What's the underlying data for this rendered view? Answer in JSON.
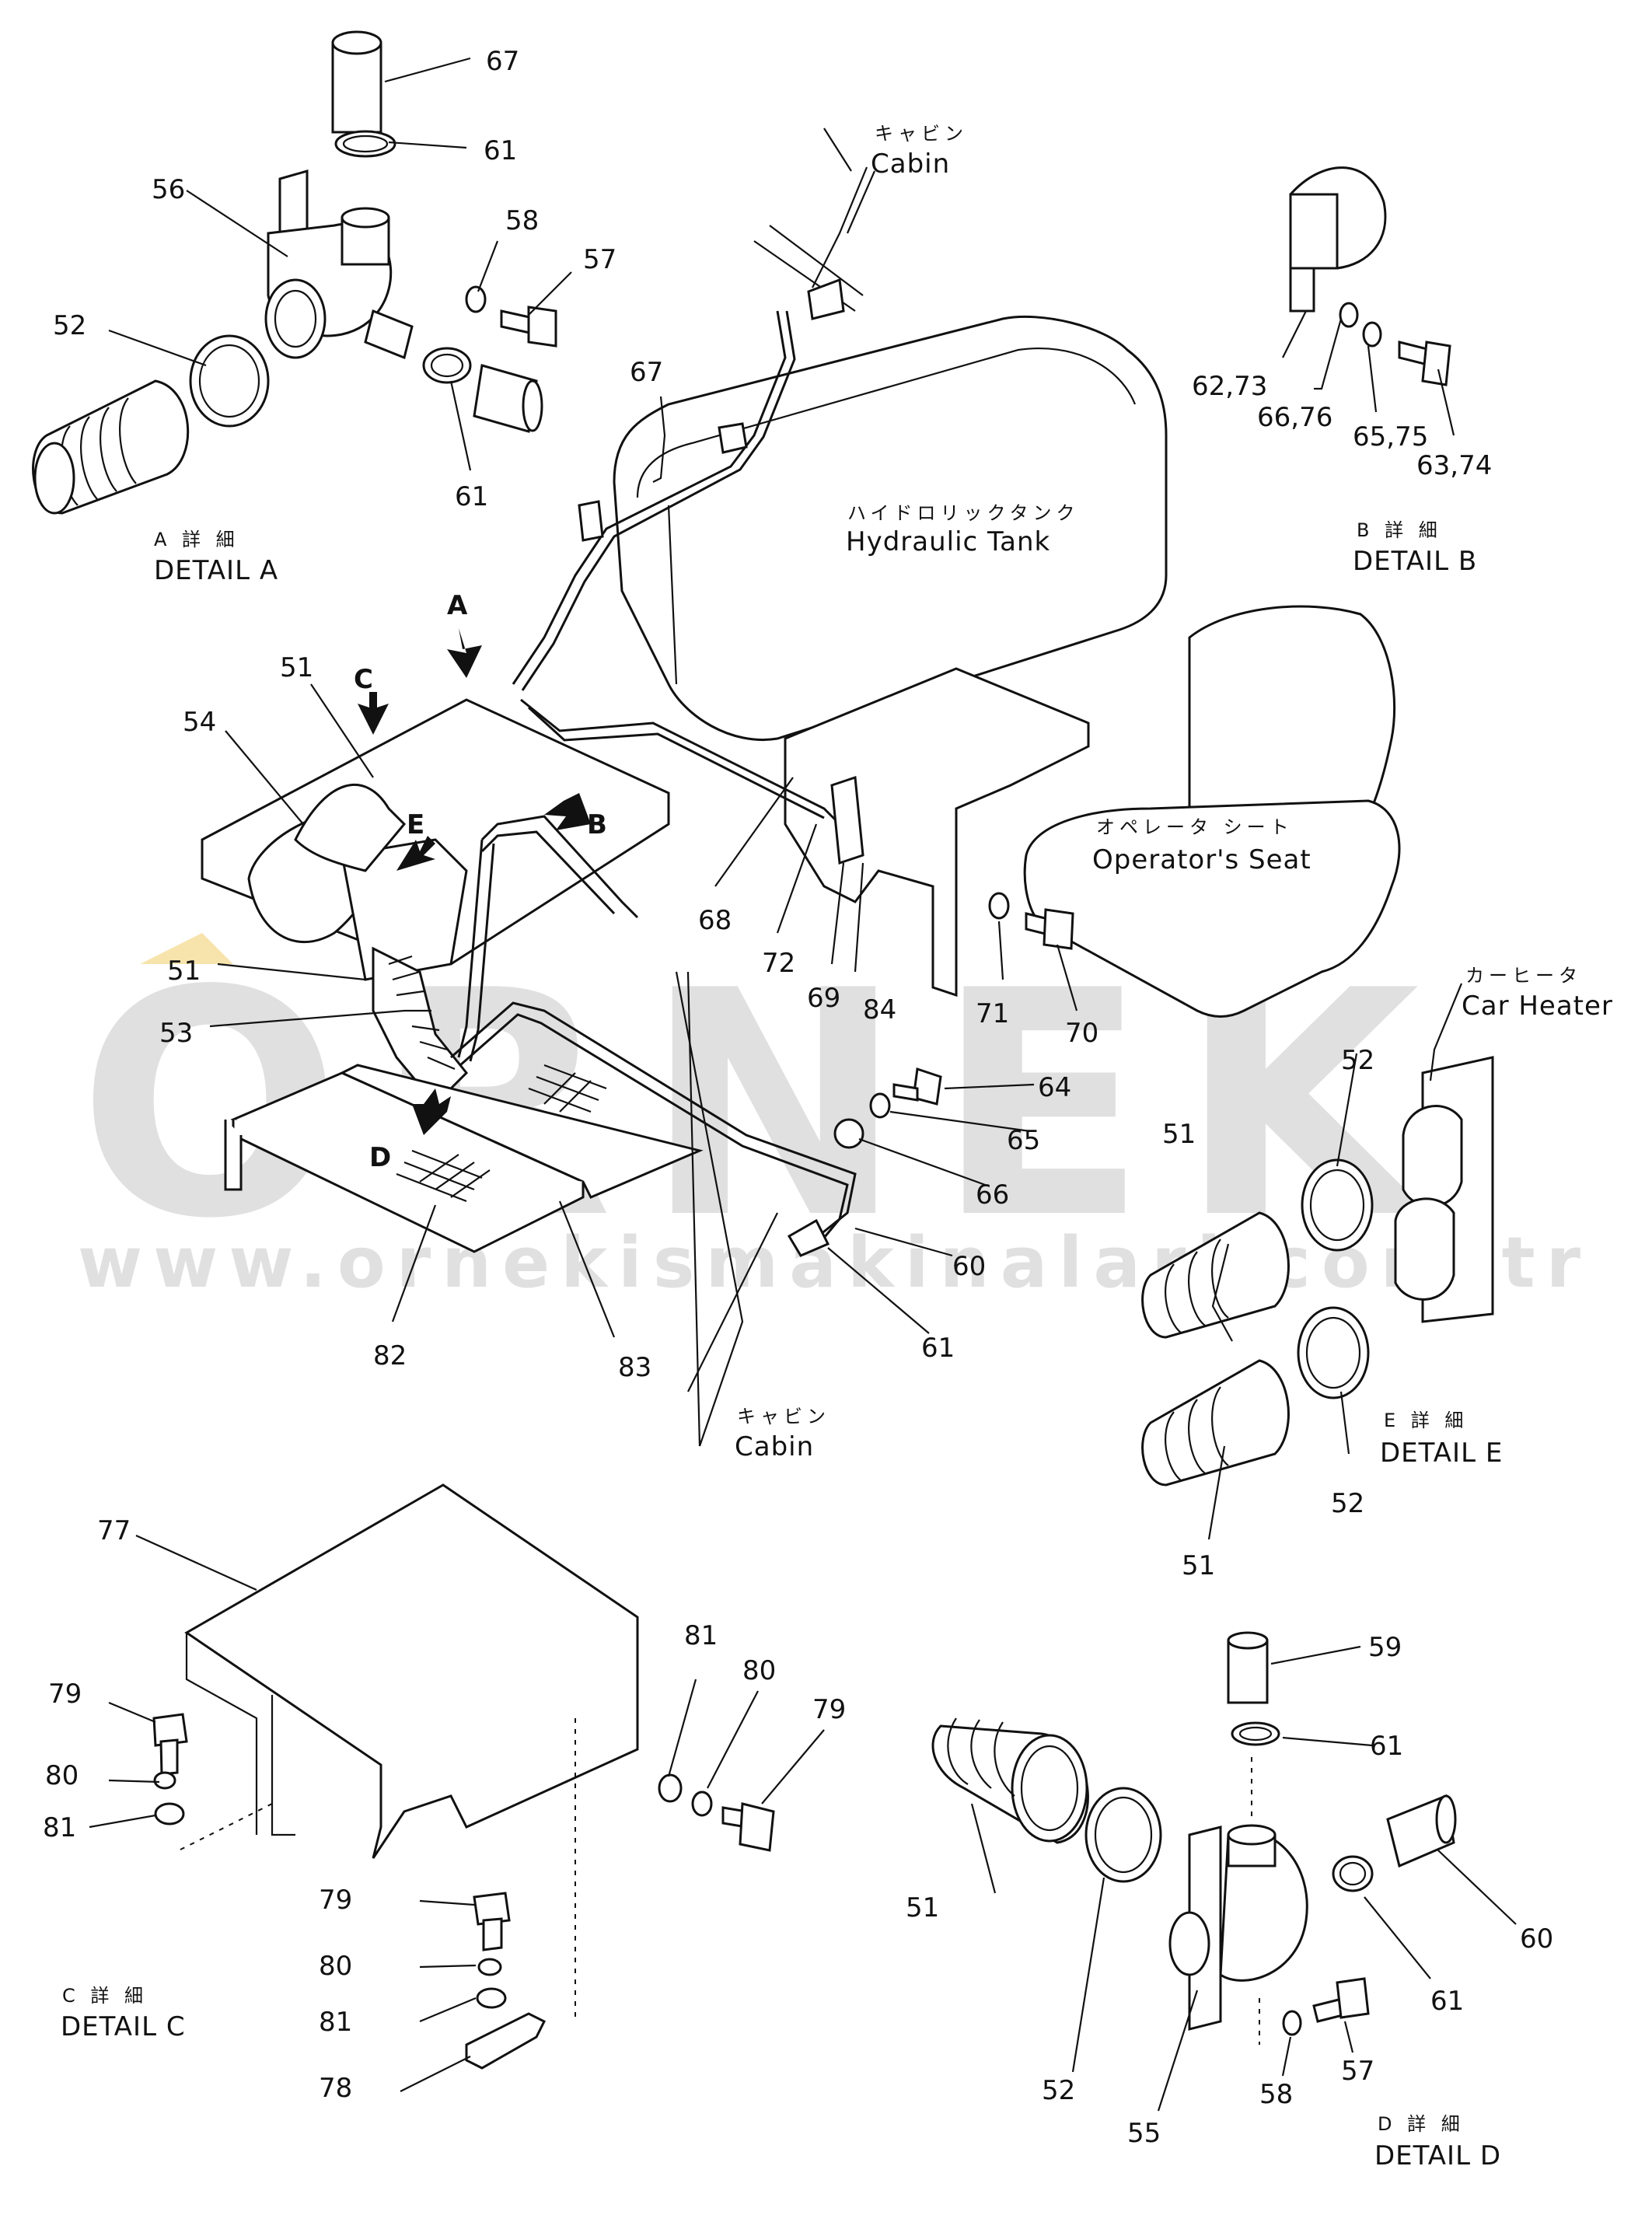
{
  "watermark": {
    "logo_text": "ORNEK",
    "url_text": "www.ornekismakinalari.com.tr"
  },
  "titles": {
    "detail_a_jp": "A 詳 細",
    "detail_a": "DETAIL A",
    "detail_b_jp": "B 詳 細",
    "detail_b": "DETAIL B",
    "detail_c_jp": "C 詳 細",
    "detail_c": "DETAIL C",
    "detail_d_jp": "D 詳 細",
    "detail_d": "DETAIL D",
    "detail_e_jp": "E 詳 細",
    "detail_e": "DETAIL E"
  },
  "annotations": {
    "cabin_top_jp": "キャビン",
    "cabin_top": "Cabin",
    "hydraulic_tank_jp": "ハイドロリックタンク",
    "hydraulic_tank": "Hydraulic Tank",
    "operator_seat_jp": "オペレータ シート",
    "operator_seat": "Operator's Seat",
    "car_heater_jp": "カーヒータ",
    "car_heater": "Car Heater",
    "cabin_bottom_jp": "キャビン",
    "cabin_bottom": "Cabin"
  },
  "view_arrows": {
    "a": "A",
    "b": "B",
    "c": "C",
    "d": "D",
    "e": "E"
  },
  "part_numbers": {
    "p67_top": "67",
    "p61_a_top": "61",
    "p56": "56",
    "p58_a": "58",
    "p57_a": "57",
    "p52_a": "52",
    "p61_a_bottom": "61",
    "p67_main": "67",
    "p62_73": "62,73",
    "p66_76": "66,76",
    "p65_75": "65,75",
    "p63_74": "63,74",
    "p51_top": "51",
    "p54": "54",
    "p51_left": "51",
    "p53": "53",
    "p68": "68",
    "p72": "72",
    "p69": "69",
    "p84": "84",
    "p71": "71",
    "p70": "70",
    "p64": "64",
    "p65": "65",
    "p66": "66",
    "p60_main": "60",
    "p61_main": "61",
    "p82": "82",
    "p83": "83",
    "p52_e_top": "52",
    "p51_e_top": "51",
    "p52_e_bottom": "52",
    "p51_e_bottom": "51",
    "p77": "77",
    "p79_c_left": "79",
    "p80_c_left": "80",
    "p81_c_left": "81",
    "p81_c_right": "81",
    "p80_c_right": "80",
    "p79_c_right": "79",
    "p79_c_bottom": "79",
    "p80_c_bottom": "80",
    "p81_c_bottom": "81",
    "p78": "78",
    "p59": "59",
    "p61_d_top": "61",
    "p60_d": "60",
    "p51_d": "51",
    "p52_d": "52",
    "p61_d_bottom": "61",
    "p57_d": "57",
    "p58_d": "58",
    "p55": "55"
  }
}
